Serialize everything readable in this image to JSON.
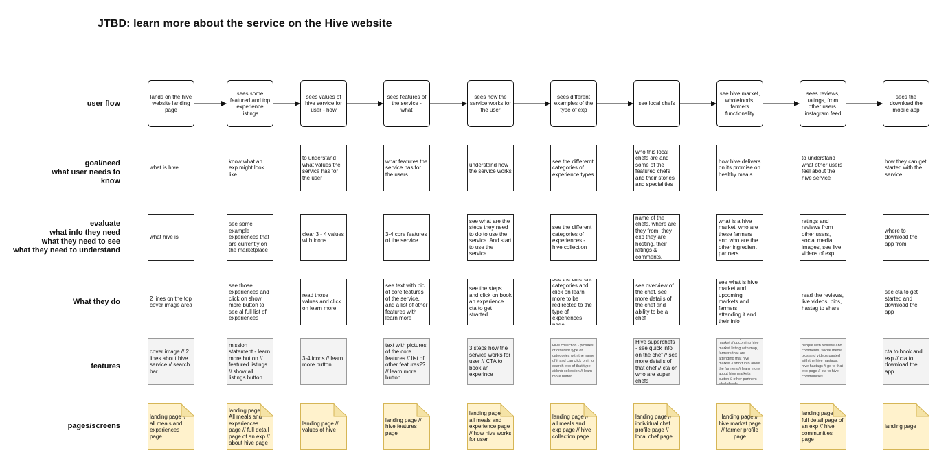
{
  "title": "JTBD: learn more about the service on the Hive website",
  "row_labels": {
    "user_flow": [
      "user flow"
    ],
    "goal_need": [
      "goal/need",
      "what user needs to",
      "know"
    ],
    "evaluate": [
      "evaluate",
      "what info they need",
      "what they need to see",
      "what they need to understand"
    ],
    "what_they_do": [
      "What they do"
    ],
    "features": [
      "features"
    ],
    "pages": [
      "pages/screens"
    ]
  },
  "columns": [
    {
      "flow": "lands on the hive website landing page",
      "goal": "what is hive",
      "evaluate": "what hive is",
      "do": "2 lines on the top cover image area",
      "feature": "cover image // 2 lines about hive service // search bar",
      "page": "landing page // all meals and experiences page"
    },
    {
      "flow": "sees some featured and top experience listings",
      "goal": "know what an exp might look like",
      "evaluate": "see some example experiences that are currently on the marketplace",
      "do": "see those experiences and click on show more button to see al full list of experiences",
      "feature": "mission statement - learn more button // featured listings // show all listings button",
      "page": "landing page // All meals and experiences page // full detail page of an exp // about hive page"
    },
    {
      "flow": "sees values of hive service for user - how",
      "goal": "to understand what values the service has for the user",
      "evaluate": "clear 3 - 4 values with icons",
      "do": "read those values and click on learn more",
      "feature": "3-4 icons // learn more button",
      "page": "landing page // values of hive"
    },
    {
      "flow": "sees features of the service - what",
      "goal": "what features the service has for the users",
      "evaluate": "3-4 core features of the service",
      "do": "see text with pic of core features of the service. and a list of other features with learn more",
      "feature": "text with pictures of the core features // list of other features?? // learn more button",
      "page": "landing page // hive features page"
    },
    {
      "flow": "sees how the service works for the user",
      "goal": "understand how the service works",
      "evaluate": "see what are the steps they need to do to use the service. And start to use the service",
      "do": "see the steps and click on book an experience cta to get strarted",
      "feature": "3 steps how the service works for user // CTA to book an experince",
      "page": "landing page // all meals and experience page // how hive works for user"
    },
    {
      "flow": "sees different examples of the type of exp",
      "goal": "see the differernt categories of experience types",
      "evaluate": "see the different categories of experiences - hive collection",
      "do": "see the different categories and click on learn more to be redirected to the type of experiences page",
      "feature": "Hive collection - pictures of different type of categories with the name of it and can click on it to search exp of that type - airbnb collection // learn more button",
      "page": "landing page // all meals and exp page // hive collection page"
    },
    {
      "flow": "see local chefs",
      "goal": "who this local chefs are and some of the featured chefs and their stories and specialities",
      "evaluate": "name of the chefs, where are they from, they exp they are hosting, their ratings & comments.",
      "do": "see overview of the chef, see more details of the chef and ability to be a chef",
      "feature": "Hive superchefs - see quick info on the chef // see more details of that chef // cta on who are super chefs",
      "page": "landing page // individual chef profile page // local chef page"
    },
    {
      "flow": "see hive market, wholefoods, farmers functionality",
      "goal": "how hive delivers on its promise on healthy meals",
      "evaluate": "what is a hive market, who are these farmers and who are the other ingredient partners",
      "do": "see what is hive market and upcoming markets and farmers attending it and their info",
      "feature": "what and why is hive market // upcoming hive market listing with map, farmers that are attending that hive market // short info about the farmers // learn more about hive markets button // other partners - wholefoods",
      "page": "landing page // hive market page // farmer profile page"
    },
    {
      "flow": "sees reviews, ratings, from other users. instagram feed",
      "goal": "to understand what other users feel about the hive service",
      "evaluate": "ratings and reviews from other users, social media images, see live videos of exp",
      "do": "read the reviews, live videos, pics, hastag to share",
      "feature": "people with reviews and comments, social media pics and videos pasted with the hive hastags, hive hastags // go to that exp page // cta to hive communities",
      "page": "landing page // full detail page of an exp // hive communities page"
    },
    {
      "flow": "sees the download the mobile app",
      "goal": "how they can get started with the service",
      "evaluate": "where to download the app from",
      "do": "see cta to get started and download the app",
      "feature": "cta to book and exp // cta to download the app",
      "page": "landing page"
    }
  ]
}
